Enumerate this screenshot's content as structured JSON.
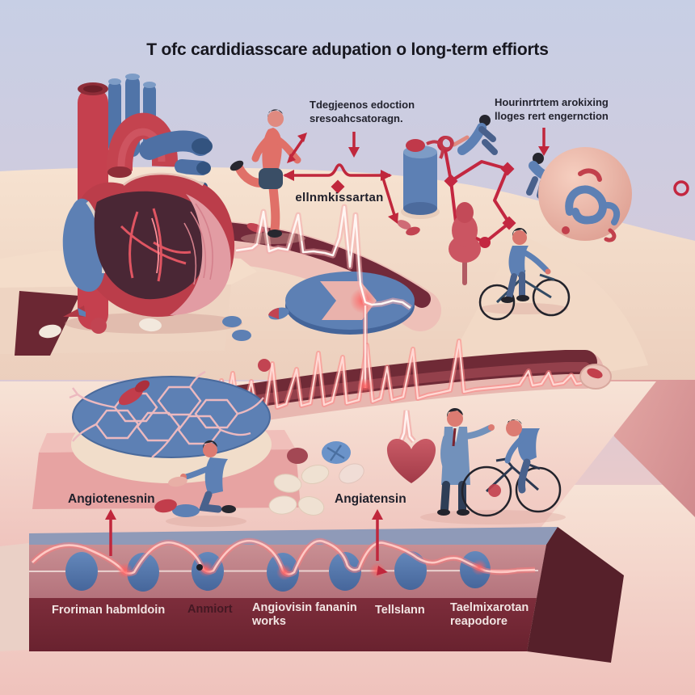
{
  "title": "T ofc cardidiasscare adupation o long-term effiorts",
  "annotations": {
    "exercise_note": {
      "line1": "Tdegjeenos edoction",
      "line2": "sresoahcsatoragn."
    },
    "monitoring_note": {
      "line1": "Hourinrtrtem arokixing",
      "line2": "lloges rert engernction"
    },
    "drug_label": "ellnmkissartan",
    "angiotensin_left": "Angiotenesnin",
    "angiotensin_middle": "Angiatensin"
  },
  "pathway": {
    "steps": [
      {
        "label": "Froriman habmldoin"
      },
      {
        "label": "Anmiort"
      },
      {
        "label": "Angiovisin fananin works"
      },
      {
        "label": "Tellslann"
      },
      {
        "label": "Taelmixarotan reapodore"
      }
    ]
  },
  "icons": {
    "heart": "heart-illustration",
    "ecg": "ecg-trace",
    "molecule": "molecule-structure",
    "pathway": "receptor-pathway-band"
  },
  "colors": {
    "sky_top": "#c7cfe5",
    "sky_bottom": "#f2cdc6",
    "platform_cream": "#f4decd",
    "tissue_pink": "#eec0ba",
    "deep_maroon": "#722a3a",
    "band_maroon": "#7c2d3a",
    "accent_red": "#c0273c",
    "accent_blue": "#5d80b4",
    "ecg_glow": "#ffd7d4"
  }
}
